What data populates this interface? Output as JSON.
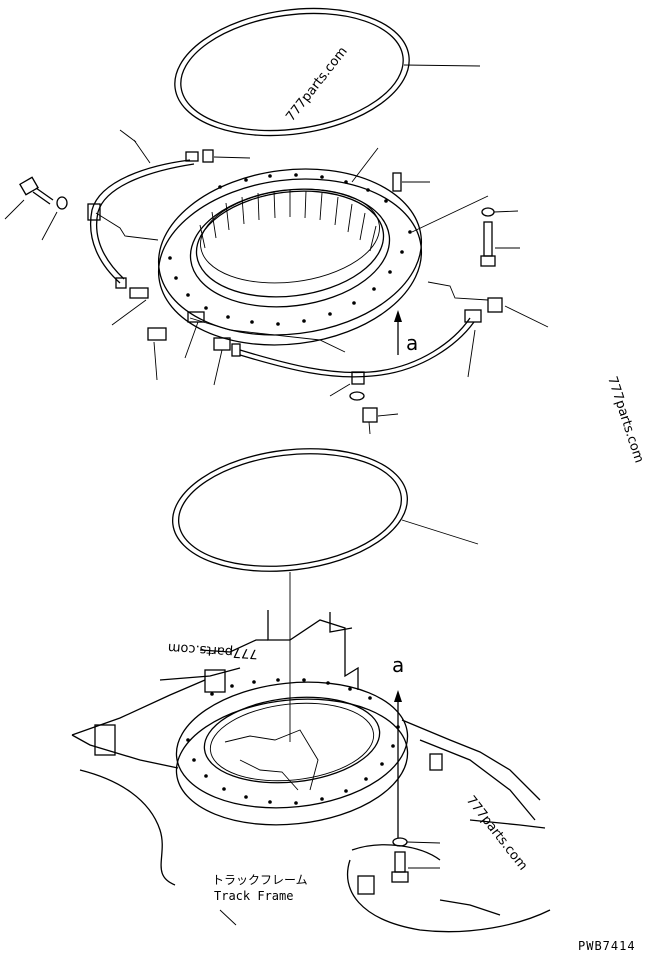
{
  "figure": {
    "code": "PWB7414",
    "callout_letter": "a",
    "track_frame_jp": "トラックフレーム",
    "track_frame_en": "Track Frame"
  },
  "watermarks": [
    "777parts.com",
    "777parts.com",
    "777parts.com",
    "777parts.com"
  ]
}
